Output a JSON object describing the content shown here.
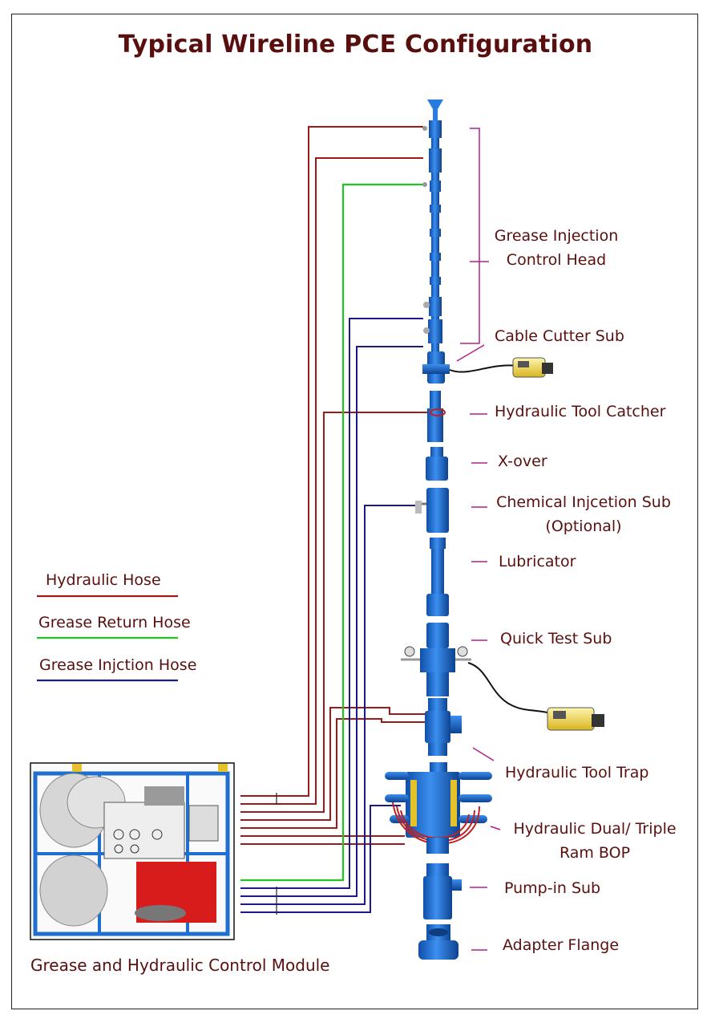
{
  "title": "Typical Wireline PCE Configuration",
  "colors": {
    "hydraulic": "#a01818",
    "grease_return": "#22c322",
    "grease_injection": "#1a1a8c",
    "pointer": "#b0208c",
    "text": "#5a0f0f",
    "equipment": "#1f6fd1"
  },
  "components": [
    {
      "id": "grease-injection-control-head",
      "lines": [
        "Grease Injection",
        "Control Head"
      ]
    },
    {
      "id": "cable-cutter-sub",
      "lines": [
        "Cable Cutter Sub"
      ]
    },
    {
      "id": "hydraulic-tool-catcher",
      "lines": [
        "Hydraulic Tool Catcher"
      ]
    },
    {
      "id": "x-over",
      "lines": [
        "X-over"
      ]
    },
    {
      "id": "chemical-injection-sub",
      "lines": [
        "Chemical Injcetion Sub",
        "(Optional)"
      ]
    },
    {
      "id": "lubricator",
      "lines": [
        "Lubricator"
      ]
    },
    {
      "id": "quick-test-sub",
      "lines": [
        "Quick Test Sub"
      ]
    },
    {
      "id": "hydraulic-tool-trap",
      "lines": [
        "Hydraulic Tool Trap"
      ]
    },
    {
      "id": "hydraulic-ram-bop",
      "lines": [
        "Hydraulic Dual/ Triple",
        "Ram BOP"
      ]
    },
    {
      "id": "pump-in-sub",
      "lines": [
        "Pump-in Sub"
      ]
    },
    {
      "id": "adapter-flange",
      "lines": [
        "Adapter Flange"
      ]
    }
  ],
  "legend": [
    {
      "label": "Hydraulic Hose",
      "icon": "red-line"
    },
    {
      "label": "Grease Return Hose",
      "icon": "green-line"
    },
    {
      "label": "Grease Injction Hose",
      "icon": "blue-line"
    }
  ],
  "module_caption": "Grease and Hydraulic Control Module"
}
